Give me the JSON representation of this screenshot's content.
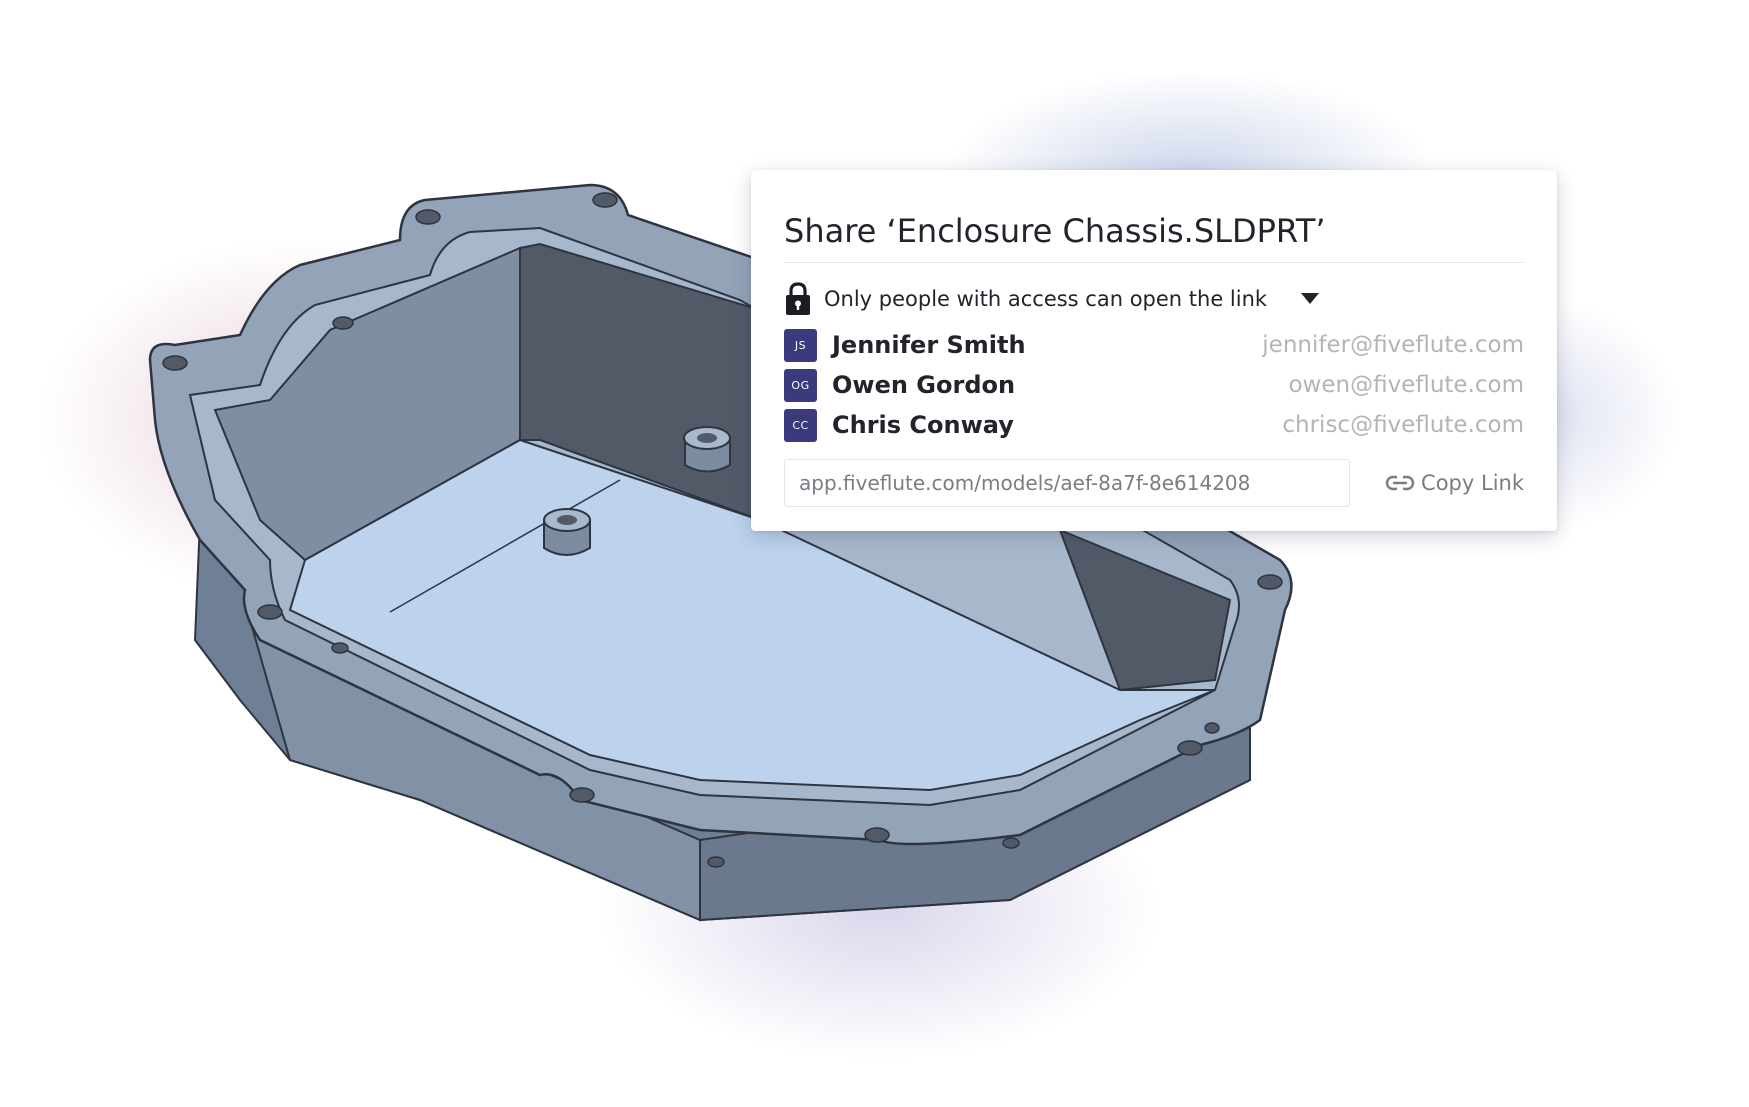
{
  "dialog": {
    "title": "Share ‘Enclosure Chassis.SLDPRT’",
    "access_label": "Only people with access can open the link",
    "link_value": "app.fiveflute.com/models/aef-8a7f-8e614208",
    "copy_label": "Copy Link"
  },
  "users": [
    {
      "initials": "JS",
      "name": "Jennifer Smith",
      "email": "jennifer@fiveflute.com"
    },
    {
      "initials": "OG",
      "name": "Owen Gordon",
      "email": "owen@fiveflute.com"
    },
    {
      "initials": "CC",
      "name": "Chris Conway",
      "email": "chrisc@fiveflute.com"
    }
  ],
  "colors": {
    "avatar": "#3a3a7c",
    "model_floor": "#bcd2ed",
    "model_wall": "#7c8ca0",
    "model_dark_wall": "#525a68",
    "title_text": "#22232b",
    "muted_text": "#b3b3ba"
  },
  "icons": {
    "lock": "lock-icon",
    "caret": "caret-down-icon",
    "link": "link-icon"
  }
}
